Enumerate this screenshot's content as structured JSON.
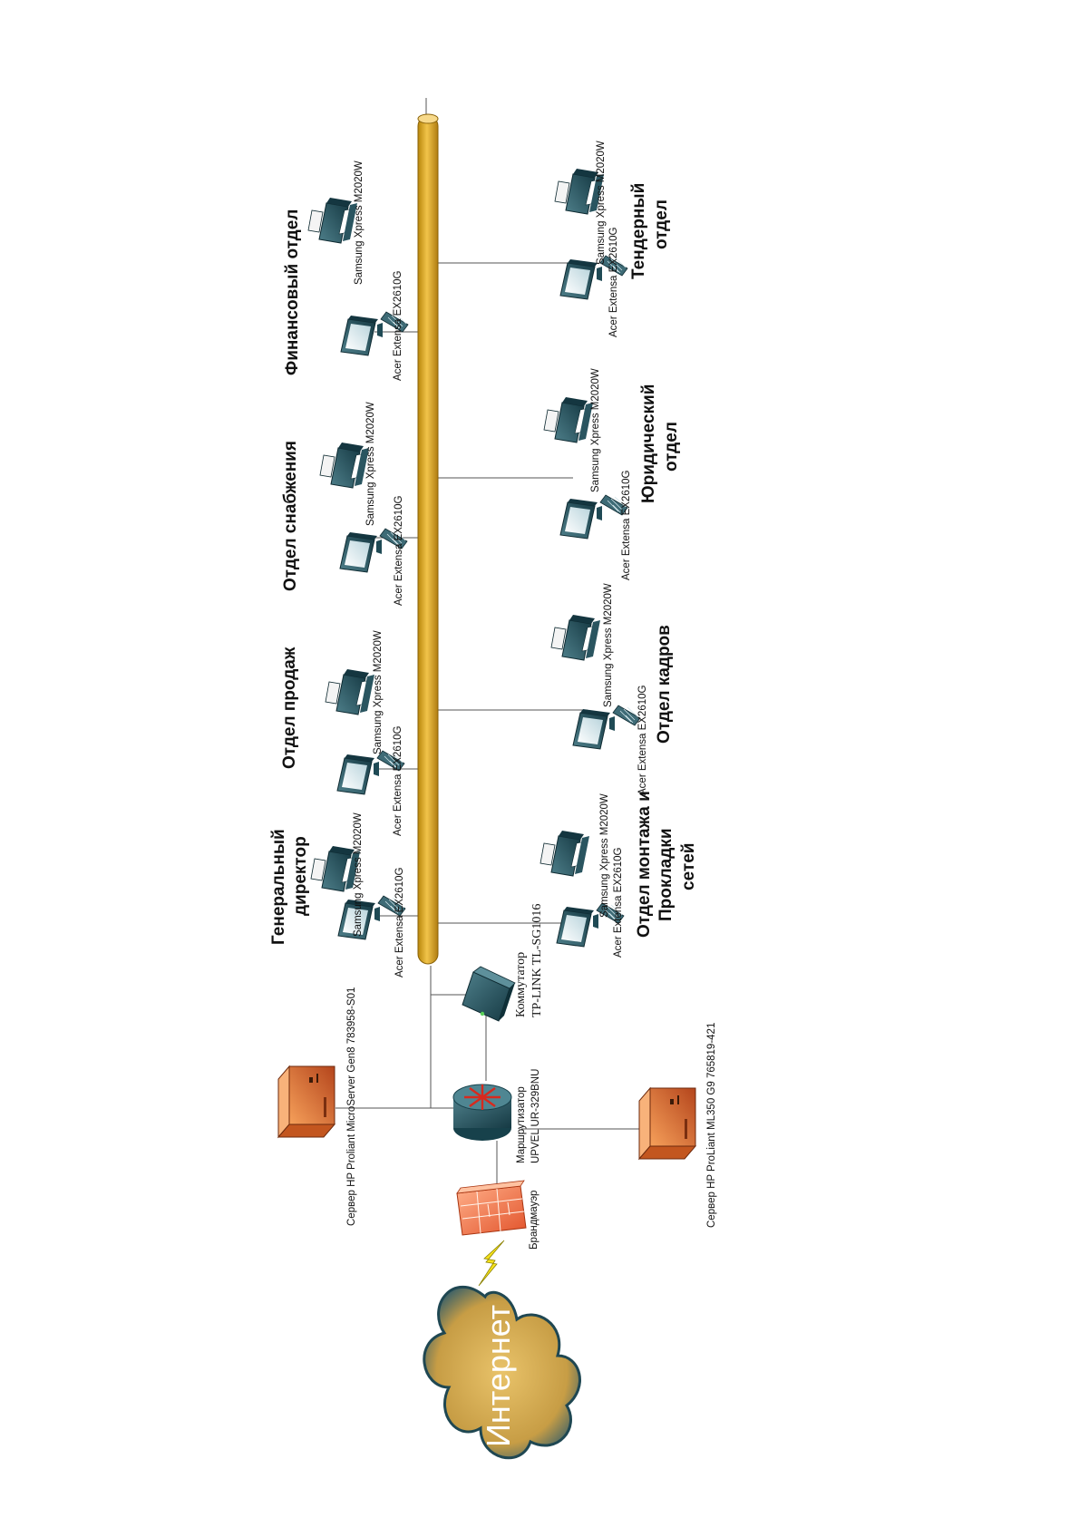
{
  "internet": {
    "label": "Интернет"
  },
  "devices": {
    "firewall": "Брандмауэр",
    "router": {
      "line1": "Маршрутизатор",
      "line2": "UPVEL UR-329BNU"
    },
    "switch": {
      "line1": "Коммутатор",
      "line2": "TP-LINK TL-SG1016"
    },
    "server1": "Сервер HP Proliant MicroServer Gen8 783958-S01",
    "server2": "Сервер HP ProLiant ML350 G9 765819-421"
  },
  "models": {
    "pc": "Acer Extensa EX2610G",
    "printer": "Samsung Xpress M2020W"
  },
  "departments": [
    {
      "title": [
        "Генеральный",
        "директор"
      ]
    },
    {
      "title": [
        "Отдел продаж"
      ]
    },
    {
      "title": [
        "Отдел снабжения"
      ]
    },
    {
      "title": [
        "Финансовый отдел"
      ]
    },
    {
      "title": [
        "Отдел монтажа  и",
        "Прокладки",
        "сетей"
      ]
    },
    {
      "title": [
        "Отдел кадров"
      ]
    },
    {
      "title": [
        "Юридический",
        "отдел"
      ]
    },
    {
      "title": [
        "Тендерный",
        "отдел"
      ]
    }
  ],
  "colors": {
    "bus": "#f1c44a",
    "device": "#2d5a66",
    "server": "#e0702f",
    "firewall": "#f47a50",
    "lightning": "#f6e21c"
  }
}
